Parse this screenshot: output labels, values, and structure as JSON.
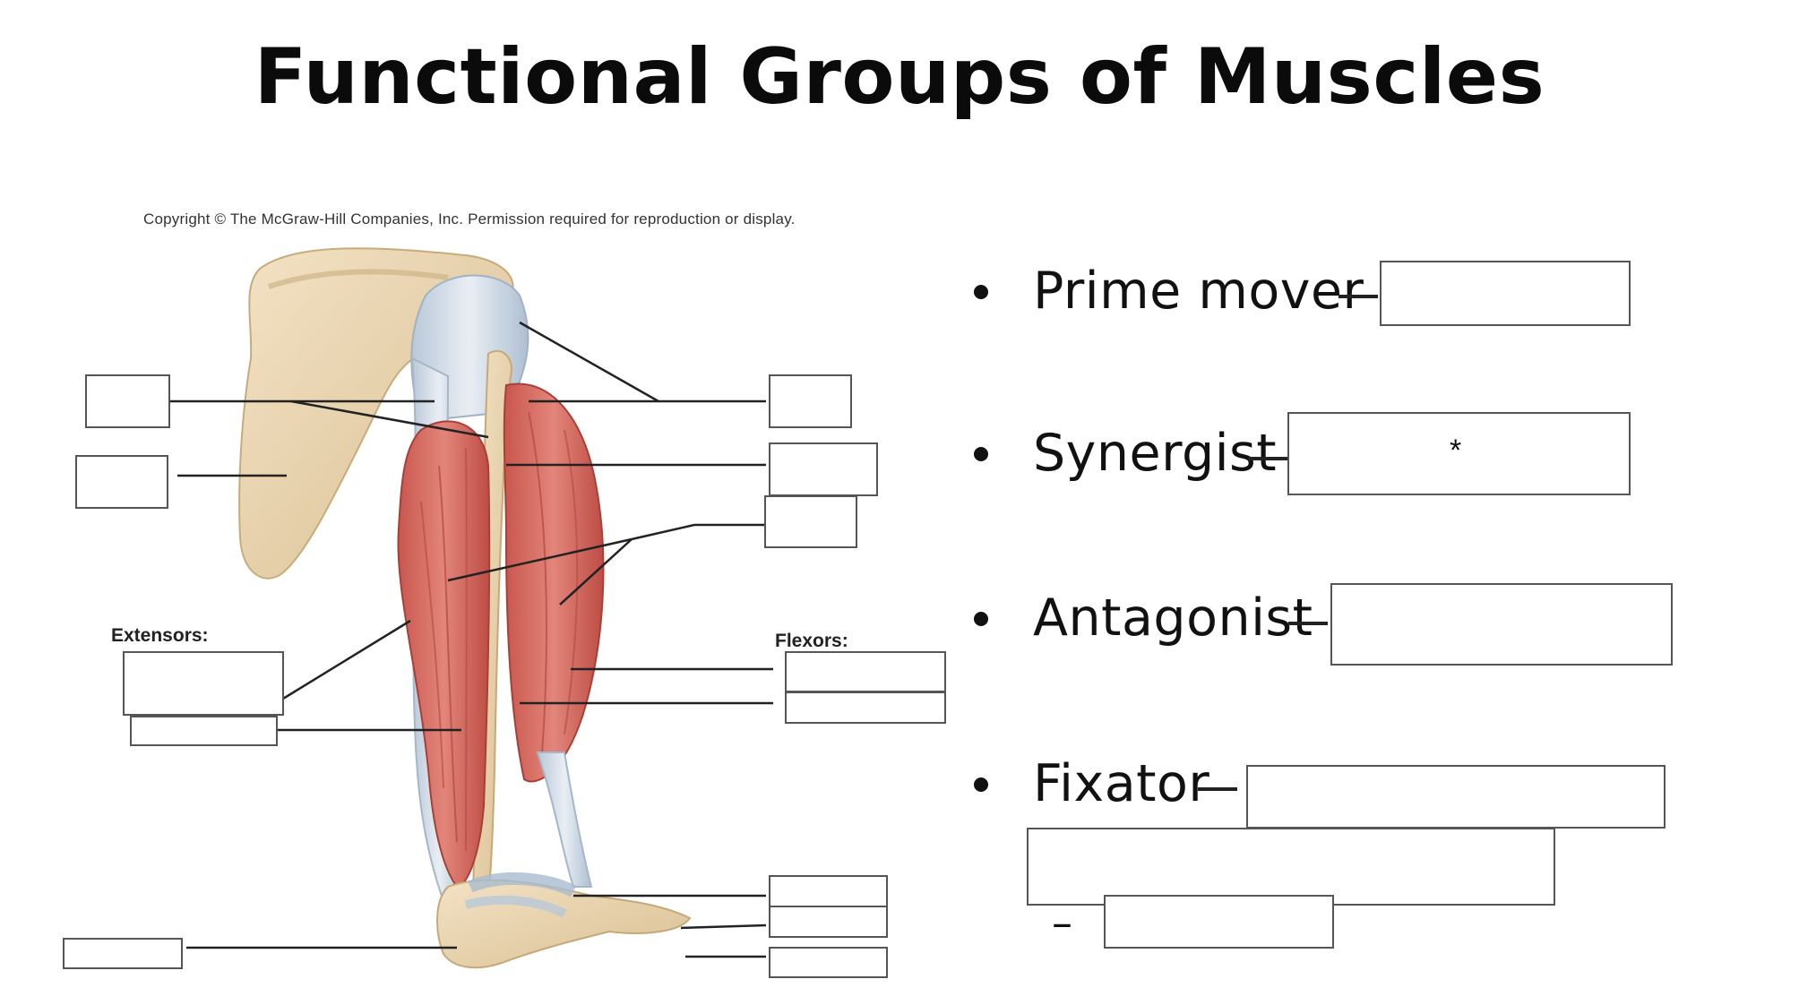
{
  "title": "Functional Groups of Muscles",
  "figure": {
    "copyright": "Copyright © The McGraw-Hill Companies, Inc. Permission required for reproduction or display.",
    "group_labels": {
      "extensors": "Extensors:",
      "flexors": "Flexors:"
    }
  },
  "terms": [
    {
      "label": "Prime mover"
    },
    {
      "label": "Synergist"
    },
    {
      "label": "Antagonist"
    },
    {
      "label": "Fixator"
    }
  ],
  "synergist_note": "*",
  "fixator_extra_dash": "–"
}
